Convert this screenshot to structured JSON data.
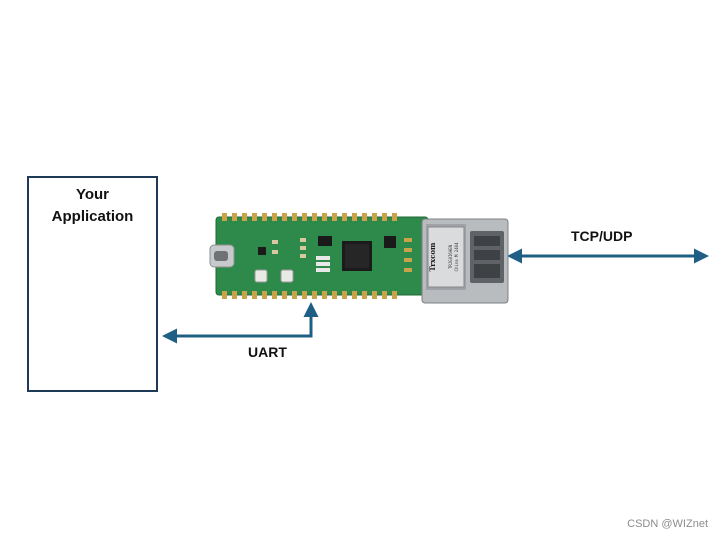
{
  "app_box": {
    "line1": "Your",
    "line2": "Application"
  },
  "connections": {
    "uart_label": "UART",
    "tcp_label": "TCP/UDP"
  },
  "board": {
    "jack_brand": "Trxcom",
    "jack_code": "TRJG0I6AEN",
    "jack_origin": "China M 2404"
  },
  "watermark": "CSDN @WIZnet",
  "colors": {
    "arrow": "#1f5f86",
    "box_border": "#1f3a56",
    "pcb_green": "#2e8a4a",
    "metal": "#b9bcbf"
  }
}
